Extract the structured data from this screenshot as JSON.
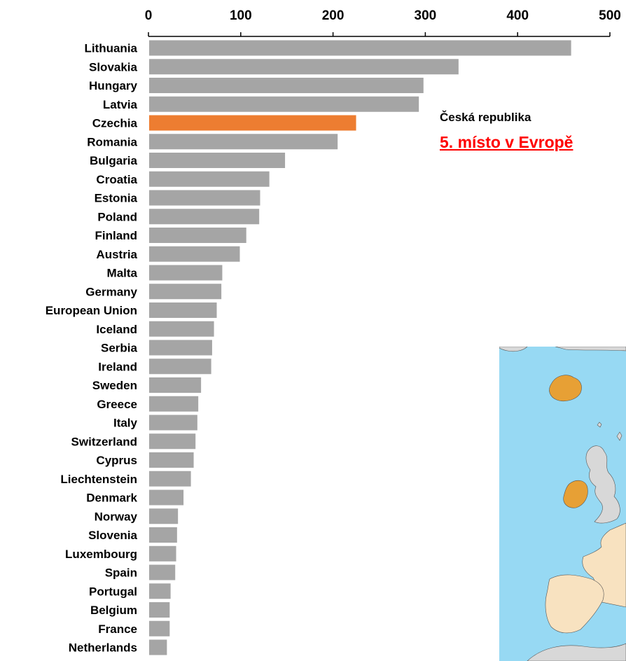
{
  "chart_data": {
    "type": "bar",
    "orientation": "horizontal",
    "categories": [
      "Lithuania",
      "Slovakia",
      "Hungary",
      "Latvia",
      "Czechia",
      "Romania",
      "Bulgaria",
      "Croatia",
      "Estonia",
      "Poland",
      "Finland",
      "Austria",
      "Malta",
      "Germany",
      "European Union",
      "Iceland",
      "Serbia",
      "Ireland",
      "Sweden",
      "Greece",
      "Italy",
      "Switzerland",
      "Cyprus",
      "Liechtenstein",
      "Denmark",
      "Norway",
      "Slovenia",
      "Luxembourg",
      "Spain",
      "Portugal",
      "Belgium",
      "France",
      "Netherlands"
    ],
    "values": [
      458,
      336,
      298,
      293,
      225,
      205,
      148,
      131,
      121,
      120,
      106,
      99,
      80,
      79,
      74,
      71,
      69,
      68,
      57,
      54,
      53,
      51,
      49,
      46,
      38,
      32,
      31,
      30,
      29,
      24,
      23,
      23,
      20
    ],
    "highlight_category": "Czechia",
    "xlim": [
      0,
      500
    ],
    "x_ticks": [
      0,
      100,
      200,
      300,
      400,
      500
    ],
    "x_axis_position": "top",
    "grid": false,
    "bar_color": "#a5a5a5",
    "highlight_color": "#ed7d31"
  },
  "annotation": {
    "subtitle": "Česká republika",
    "rank_text": "5. místo v Evropě",
    "rank_color": "#ff0000"
  },
  "map": {
    "sea_color": "#97d9f3",
    "highlight_land_color": "#e7a035",
    "other_land_color": "#f8e2c0",
    "non_eu_land_color": "#d8d8d8"
  }
}
